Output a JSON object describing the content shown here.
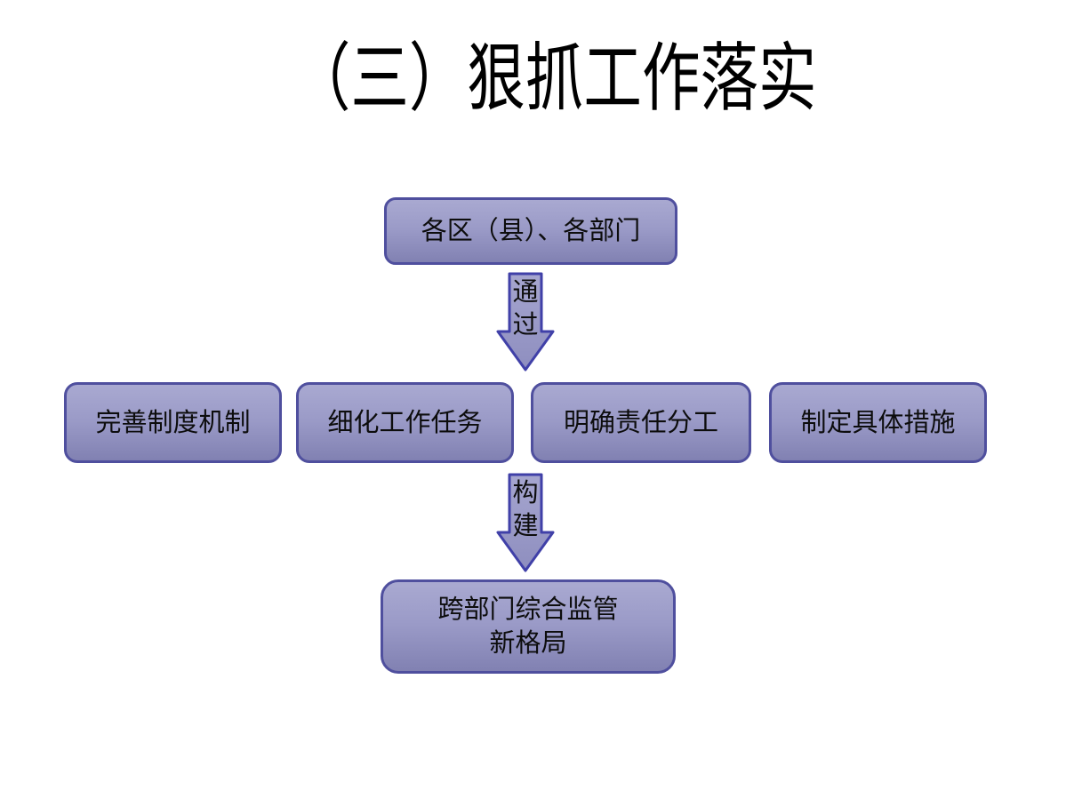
{
  "slide": {
    "title": "（三）狠抓工作落实"
  },
  "flowchart": {
    "top_box": {
      "label": "各区（县）、各部门"
    },
    "arrow1": {
      "label": "通过"
    },
    "middle_boxes": [
      {
        "label": "完善制度机制"
      },
      {
        "label": "细化工作任务"
      },
      {
        "label": "明确责任分工"
      },
      {
        "label": "制定具体措施"
      }
    ],
    "arrow2": {
      "label": "构建"
    },
    "bottom_box": {
      "line1": "跨部门综合监管",
      "line2": "新格局"
    }
  },
  "colors": {
    "background": "#ffffff",
    "box_fill_top": "#a9a9d1",
    "box_fill_mid": "#9a9ac7",
    "box_fill_bottom": "#8181b2",
    "box_border": "#4f4f9e",
    "arrow_fill_top": "#a6a6cf",
    "arrow_fill_bottom": "#8e8ebf",
    "arrow_border": "#4040a8",
    "text": "#0d0d0d"
  }
}
